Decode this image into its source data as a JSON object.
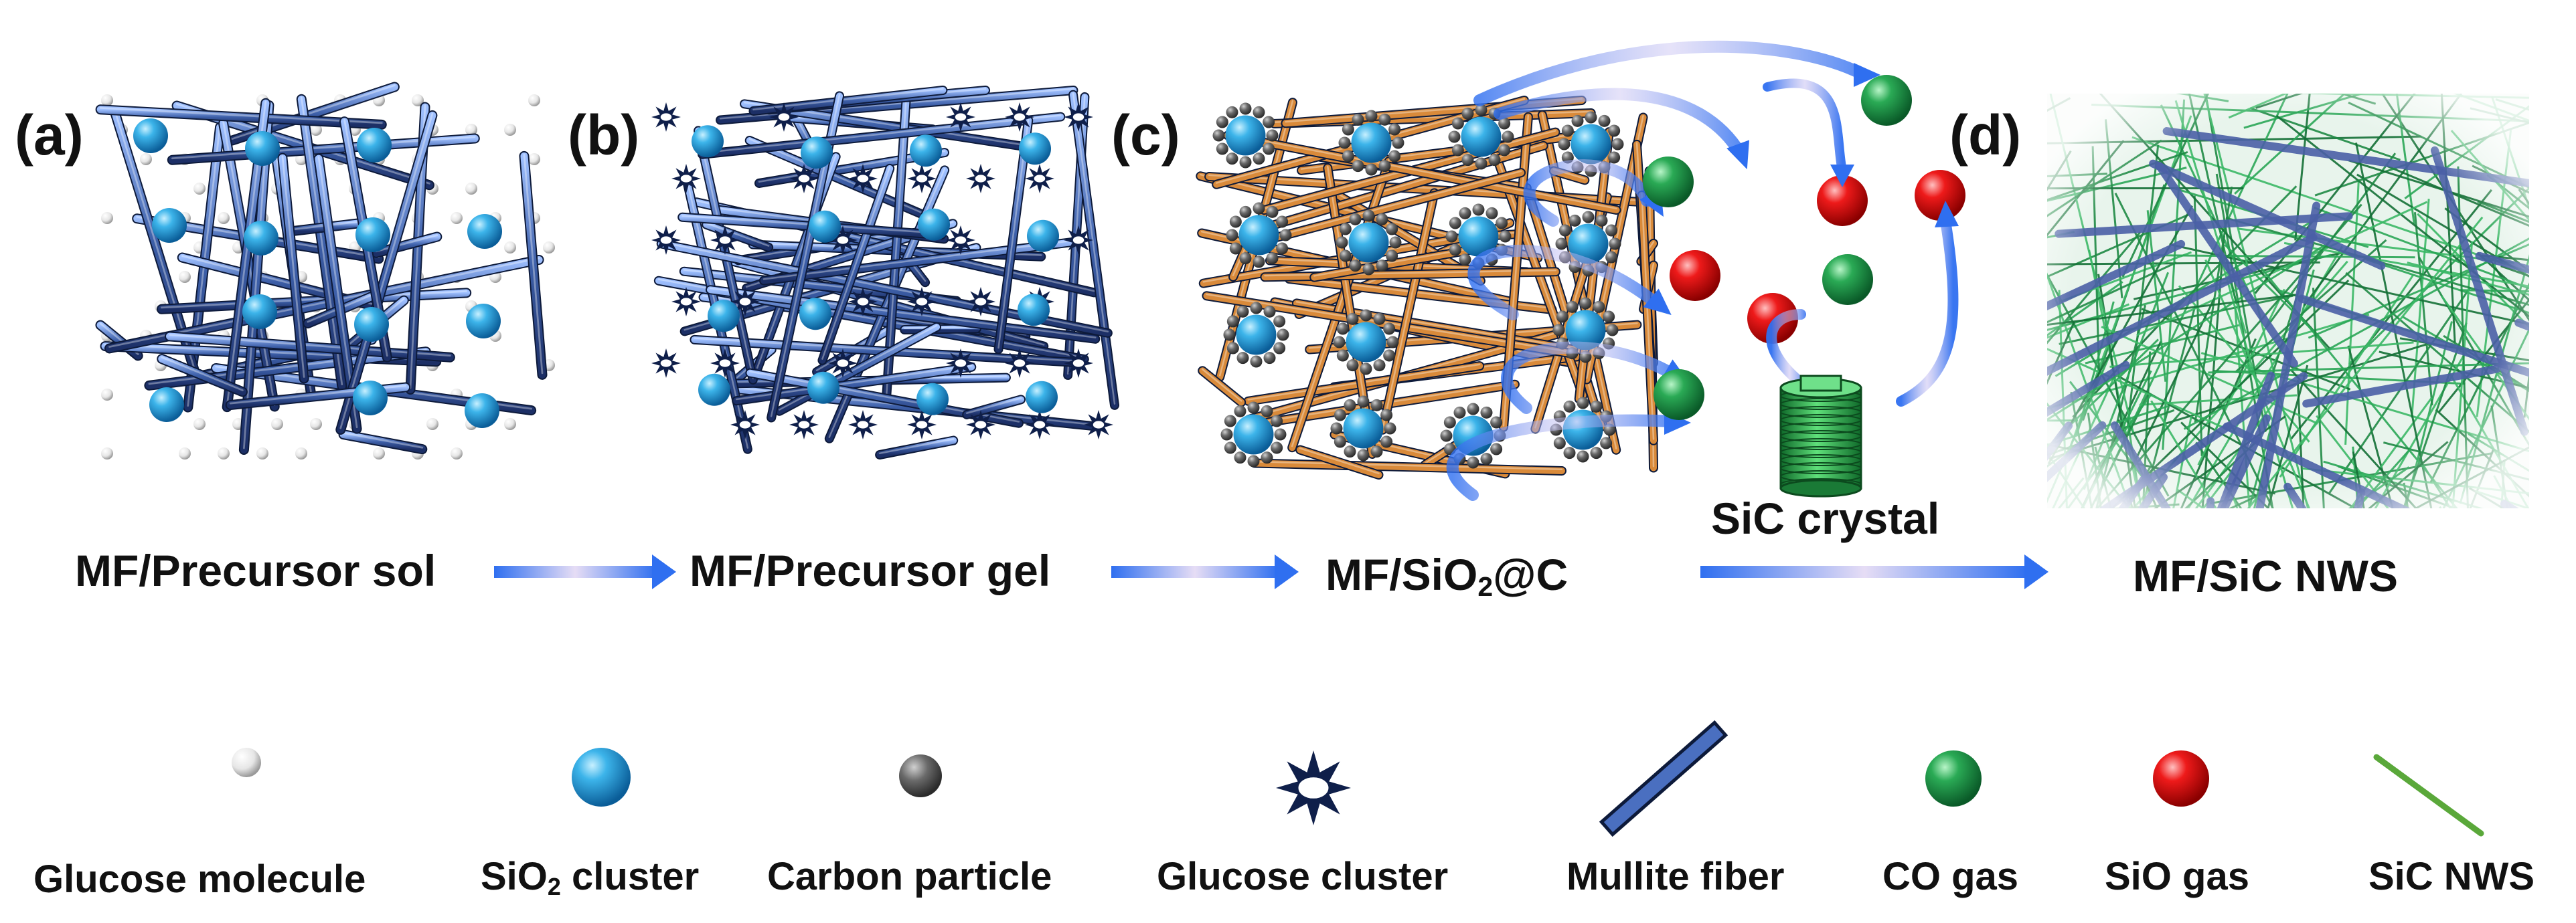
{
  "panels": [
    {
      "tag": "(a)",
      "caption_pre": "MF/Precursor sol",
      "caption_sub": "",
      "caption_post": ""
    },
    {
      "tag": "(b)",
      "caption_pre": "MF/Precursor gel",
      "caption_sub": "",
      "caption_post": ""
    },
    {
      "tag": "(c)",
      "caption_pre": "MF/SiO",
      "caption_sub": "2",
      "caption_post": "@C"
    },
    {
      "tag": "(d)",
      "caption_pre": "MF/SiC NWS",
      "caption_sub": "",
      "caption_post": ""
    }
  ],
  "annotations": {
    "sic_crystal": "SiC crystal"
  },
  "legend": [
    {
      "icon": "glucose-molecule-icon",
      "pre": "Glucose molecule",
      "sub": "",
      "post": ""
    },
    {
      "icon": "sio2-cluster-icon",
      "pre": "SiO",
      "sub": "2",
      "post": " cluster"
    },
    {
      "icon": "carbon-particle-icon",
      "pre": "Carbon particle",
      "sub": "",
      "post": ""
    },
    {
      "icon": "glucose-cluster-icon",
      "pre": "Glucose cluster",
      "sub": "",
      "post": ""
    },
    {
      "icon": "mullite-fiber-icon",
      "pre": "Mullite fiber",
      "sub": "",
      "post": ""
    },
    {
      "icon": "co-gas-icon",
      "pre": "CO gas",
      "sub": "",
      "post": ""
    },
    {
      "icon": "sio-gas-icon",
      "pre": "SiO gas",
      "sub": "",
      "post": ""
    },
    {
      "icon": "sic-nws-icon",
      "pre": "SiC NWS",
      "sub": "",
      "post": ""
    }
  ],
  "colors": {
    "mullite_fiber": "#3d5fa8",
    "carbon_coated_fiber": "#d98a3a",
    "sio2_cluster": "#1e9fd8",
    "co_gas": "#1f9a4a",
    "sio_gas": "#e01a1a",
    "sic_nws": "#2e9a55",
    "arrow": "#2f6ff0",
    "carbon_particle": "#5a5a5a"
  }
}
